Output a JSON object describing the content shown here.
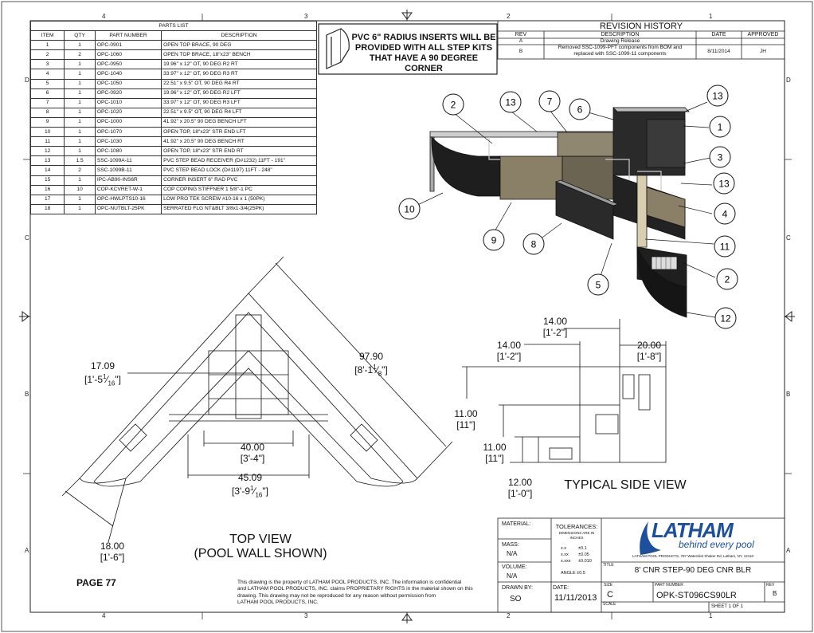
{
  "zones_top": [
    "4",
    "3",
    "2",
    "1"
  ],
  "zones_side": [
    "D",
    "C",
    "B",
    "A"
  ],
  "parts_list": {
    "title": "PARTS LIST",
    "headers": [
      "ITEM",
      "QTY",
      "PART NUMBER",
      "DESCRIPTION"
    ],
    "rows": [
      [
        "1",
        "1",
        "OPC-0901",
        "OPEN TOP BRACE, 90 DEG"
      ],
      [
        "2",
        "2",
        "OPC-1060",
        "OPEN TOP BRACE, 18\"x23\" BENCH"
      ],
      [
        "3",
        "1",
        "OPC-0950",
        "19.96\" x 12\" OT, 90 DEG R2 RT"
      ],
      [
        "4",
        "1",
        "OPC-1040",
        "33.97\" x 12\" OT, 90 DEG R3 RT"
      ],
      [
        "5",
        "1",
        "OPC-1050",
        "22.51\" x 9.5\" OT, 90 DEG R4 RT"
      ],
      [
        "6",
        "1",
        "OPC-0920",
        "19.96\" x 12\" OT, 90 DEG R2 LFT"
      ],
      [
        "7",
        "1",
        "OPC-1010",
        "33.97\" x 12\" OT, 90 DEG R3 LFT"
      ],
      [
        "8",
        "1",
        "OPC-1020",
        "22.51\" x 9.5\" OT, 90 DEG R4 LFT"
      ],
      [
        "9",
        "1",
        "OPC-1000",
        "41.92\" x 20.5\" 90 DEG BENCH LFT"
      ],
      [
        "10",
        "1",
        "OPC-1070",
        "OPEN TOP, 18\"x23\" STR END LFT"
      ],
      [
        "11",
        "1",
        "OPC-1030",
        "41.92\" x 20.5\" 90 DEG BENCH RT"
      ],
      [
        "12",
        "1",
        "OPC-1080",
        "OPEN TOP, 18\"x23\" STR END RT"
      ],
      [
        "13",
        "1.5",
        "SSC-1099A-11",
        "PVC STEP BEAD RECEIVER (D#1232) 11FT - 191\""
      ],
      [
        "14",
        "2",
        "SSC-1099B-11",
        "PVC STEP BEAD LOCK (D#1197) 11FT - 248\""
      ],
      [
        "15",
        "1",
        "IPC-AB90-INS6R",
        "CORNER INSERT 6\" RAD PVC"
      ],
      [
        "16",
        "10",
        "COP-KCVRET-W-1",
        "COP COPING STIFFNER 1 5/8\"-1 PC"
      ],
      [
        "17",
        "1",
        "OPC-HWLPTS10-16",
        "LOW PRO TEK SCREW #10-16 x 1 (50PK)"
      ],
      [
        "18",
        "1",
        "OPC-NUTBLT-25PK",
        "SERRATED FLG NT&BLT 3/8x1-3/4(25PK)"
      ]
    ]
  },
  "note": {
    "line1": "PVC 6\" RADIUS INSERTS WILL BE",
    "line2": "PROVIDED WITH ALL STEP KITS",
    "line3": "THAT HAVE A 90 DEGREE CORNER"
  },
  "revision": {
    "title": "REVISION HISTORY",
    "headers": [
      "REV",
      "DESCRIPTION",
      "DATE",
      "APPROVED"
    ],
    "rows": [
      {
        "rev": "A",
        "desc1": "Drawing Release",
        "desc2": "",
        "date": "",
        "approved": ""
      },
      {
        "rev": "B",
        "desc1": "Removed SSC-1099-PFT components from BOM and",
        "desc2": "replaced with SSC-1099-11 components",
        "date": "8/11/2014",
        "approved": "JH"
      }
    ]
  },
  "balloons": [
    "2",
    "13",
    "7",
    "6",
    "13",
    "1",
    "3",
    "13",
    "4",
    "11",
    "2",
    "12",
    "5",
    "8",
    "9",
    "10"
  ],
  "top_view": {
    "dim_17": {
      "a": "17.09",
      "b": "[1'-5",
      "frac_n": "1",
      "frac_d": "16",
      "end": "\"]"
    },
    "dim_97": {
      "a": "97.90",
      "b": "[8'-1",
      "frac_n": "1",
      "frac_d": "8",
      "end": "\"]"
    },
    "dim_40": {
      "a": "40.00",
      "b": "[3'-4\"]"
    },
    "dim_45": {
      "a": "45.09",
      "b": "[3'-9",
      "frac_n": "1",
      "frac_d": "16",
      "end": "\"]"
    },
    "dim_18": {
      "a": "18.00",
      "b": "[1'-6\"]"
    },
    "label1": "TOP VIEW",
    "label2": "(POOL WALL SHOWN)"
  },
  "side_view": {
    "dim_14a": {
      "a": "14.00",
      "b": "[1'-2\"]"
    },
    "dim_14b": {
      "a": "14.00",
      "b": "[1'-2\"]"
    },
    "dim_20": {
      "a": "20.00",
      "b": "[1'-8\"]"
    },
    "dim_11a": {
      "a": "11.00",
      "b": "[11\"]"
    },
    "dim_11b": {
      "a": "11.00",
      "b": "[11\"]"
    },
    "dim_12": {
      "a": "12.00",
      "b": "[1'-0\"]"
    },
    "label": "TYPICAL SIDE VIEW"
  },
  "footer": {
    "page": "PAGE 77",
    "disclaimer1": "This drawing is the property of LATHAM POOL PRODUCTS, INC. The information is confidential",
    "disclaimer2": "and LATHAM POOL PRODUCTS, INC. claims PROPRIETARY RIGHTS in the material shown on this",
    "disclaimer3": "drawing. This drawing may not be reproduced for any reason without permission from",
    "disclaimer4": "LATHAM POOL PRODUCTS, INC."
  },
  "title_block": {
    "material_label": "MATERIAL:",
    "mass_label": "MASS:",
    "mass_value": "N/A",
    "volume_label": "VOLUME:",
    "volume_value": "N/A",
    "tolerances_title": "TOLERANCES:",
    "tolerances_sub1": "DIMENSIONS ARE IN",
    "tolerances_sub2": "INCHES",
    "tol_rows": [
      {
        "k": "x.x",
        "v": "±0.1"
      },
      {
        "k": "x.xx",
        "v": "±0.05"
      },
      {
        "k": "x.xxx",
        "v": "±0.010"
      }
    ],
    "angle": "ANGLE ±0.5",
    "logo_main": "LATHAM",
    "logo_tag": "behind every pool",
    "address": "LATHAM POOL PRODUCTS, 787 Watervliet Shaker Rd, Latham, NY, 12110",
    "title_label": "TITLE",
    "title_value": "8' CNR STEP-90 DEG CNR BLR",
    "drawn_label": "DRAWN BY:",
    "drawn_value": "SO",
    "date_label": "DATE:",
    "date_value": "11/11/2013",
    "size_label": "SIZE",
    "size_value": "C",
    "part_label": "PART NUMBER",
    "part_value": "OPK-ST096CS90LR",
    "rev_label": "REV",
    "rev_value": "B",
    "scale_label": "SCALE",
    "sheet": "SHEET 1  OF 1"
  },
  "colors": {
    "line": "#222222",
    "tan": "#8a8068",
    "dark": "#1e1e1e",
    "logo": "#1c4f9c"
  }
}
